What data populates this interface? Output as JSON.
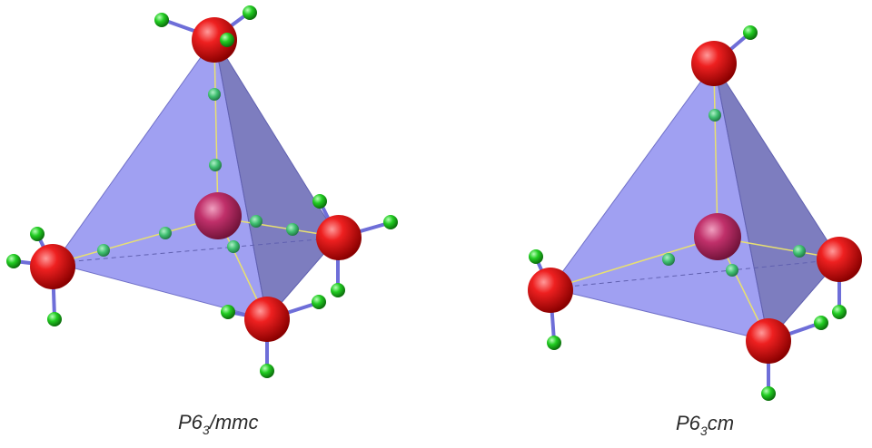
{
  "panels": [
    {
      "id": "left",
      "space_group": {
        "main": "P6",
        "sub": "3",
        "rest": "/mmc"
      }
    },
    {
      "id": "right",
      "space_group": {
        "main": "P6",
        "sub": "3",
        "rest": "cm"
      }
    }
  ],
  "colors": {
    "tetrahedron_face": "#8f8ff0",
    "tetrahedron_edge": "#6a6ac0",
    "oxygen_atom": "#e01010",
    "hydrogen_atom": "#22cc22",
    "center_atom": "#c0306a",
    "bond_line": "#6e6ed8",
    "hbond_line": "#e8e070",
    "bond_midpoint": "#3fbf70"
  }
}
